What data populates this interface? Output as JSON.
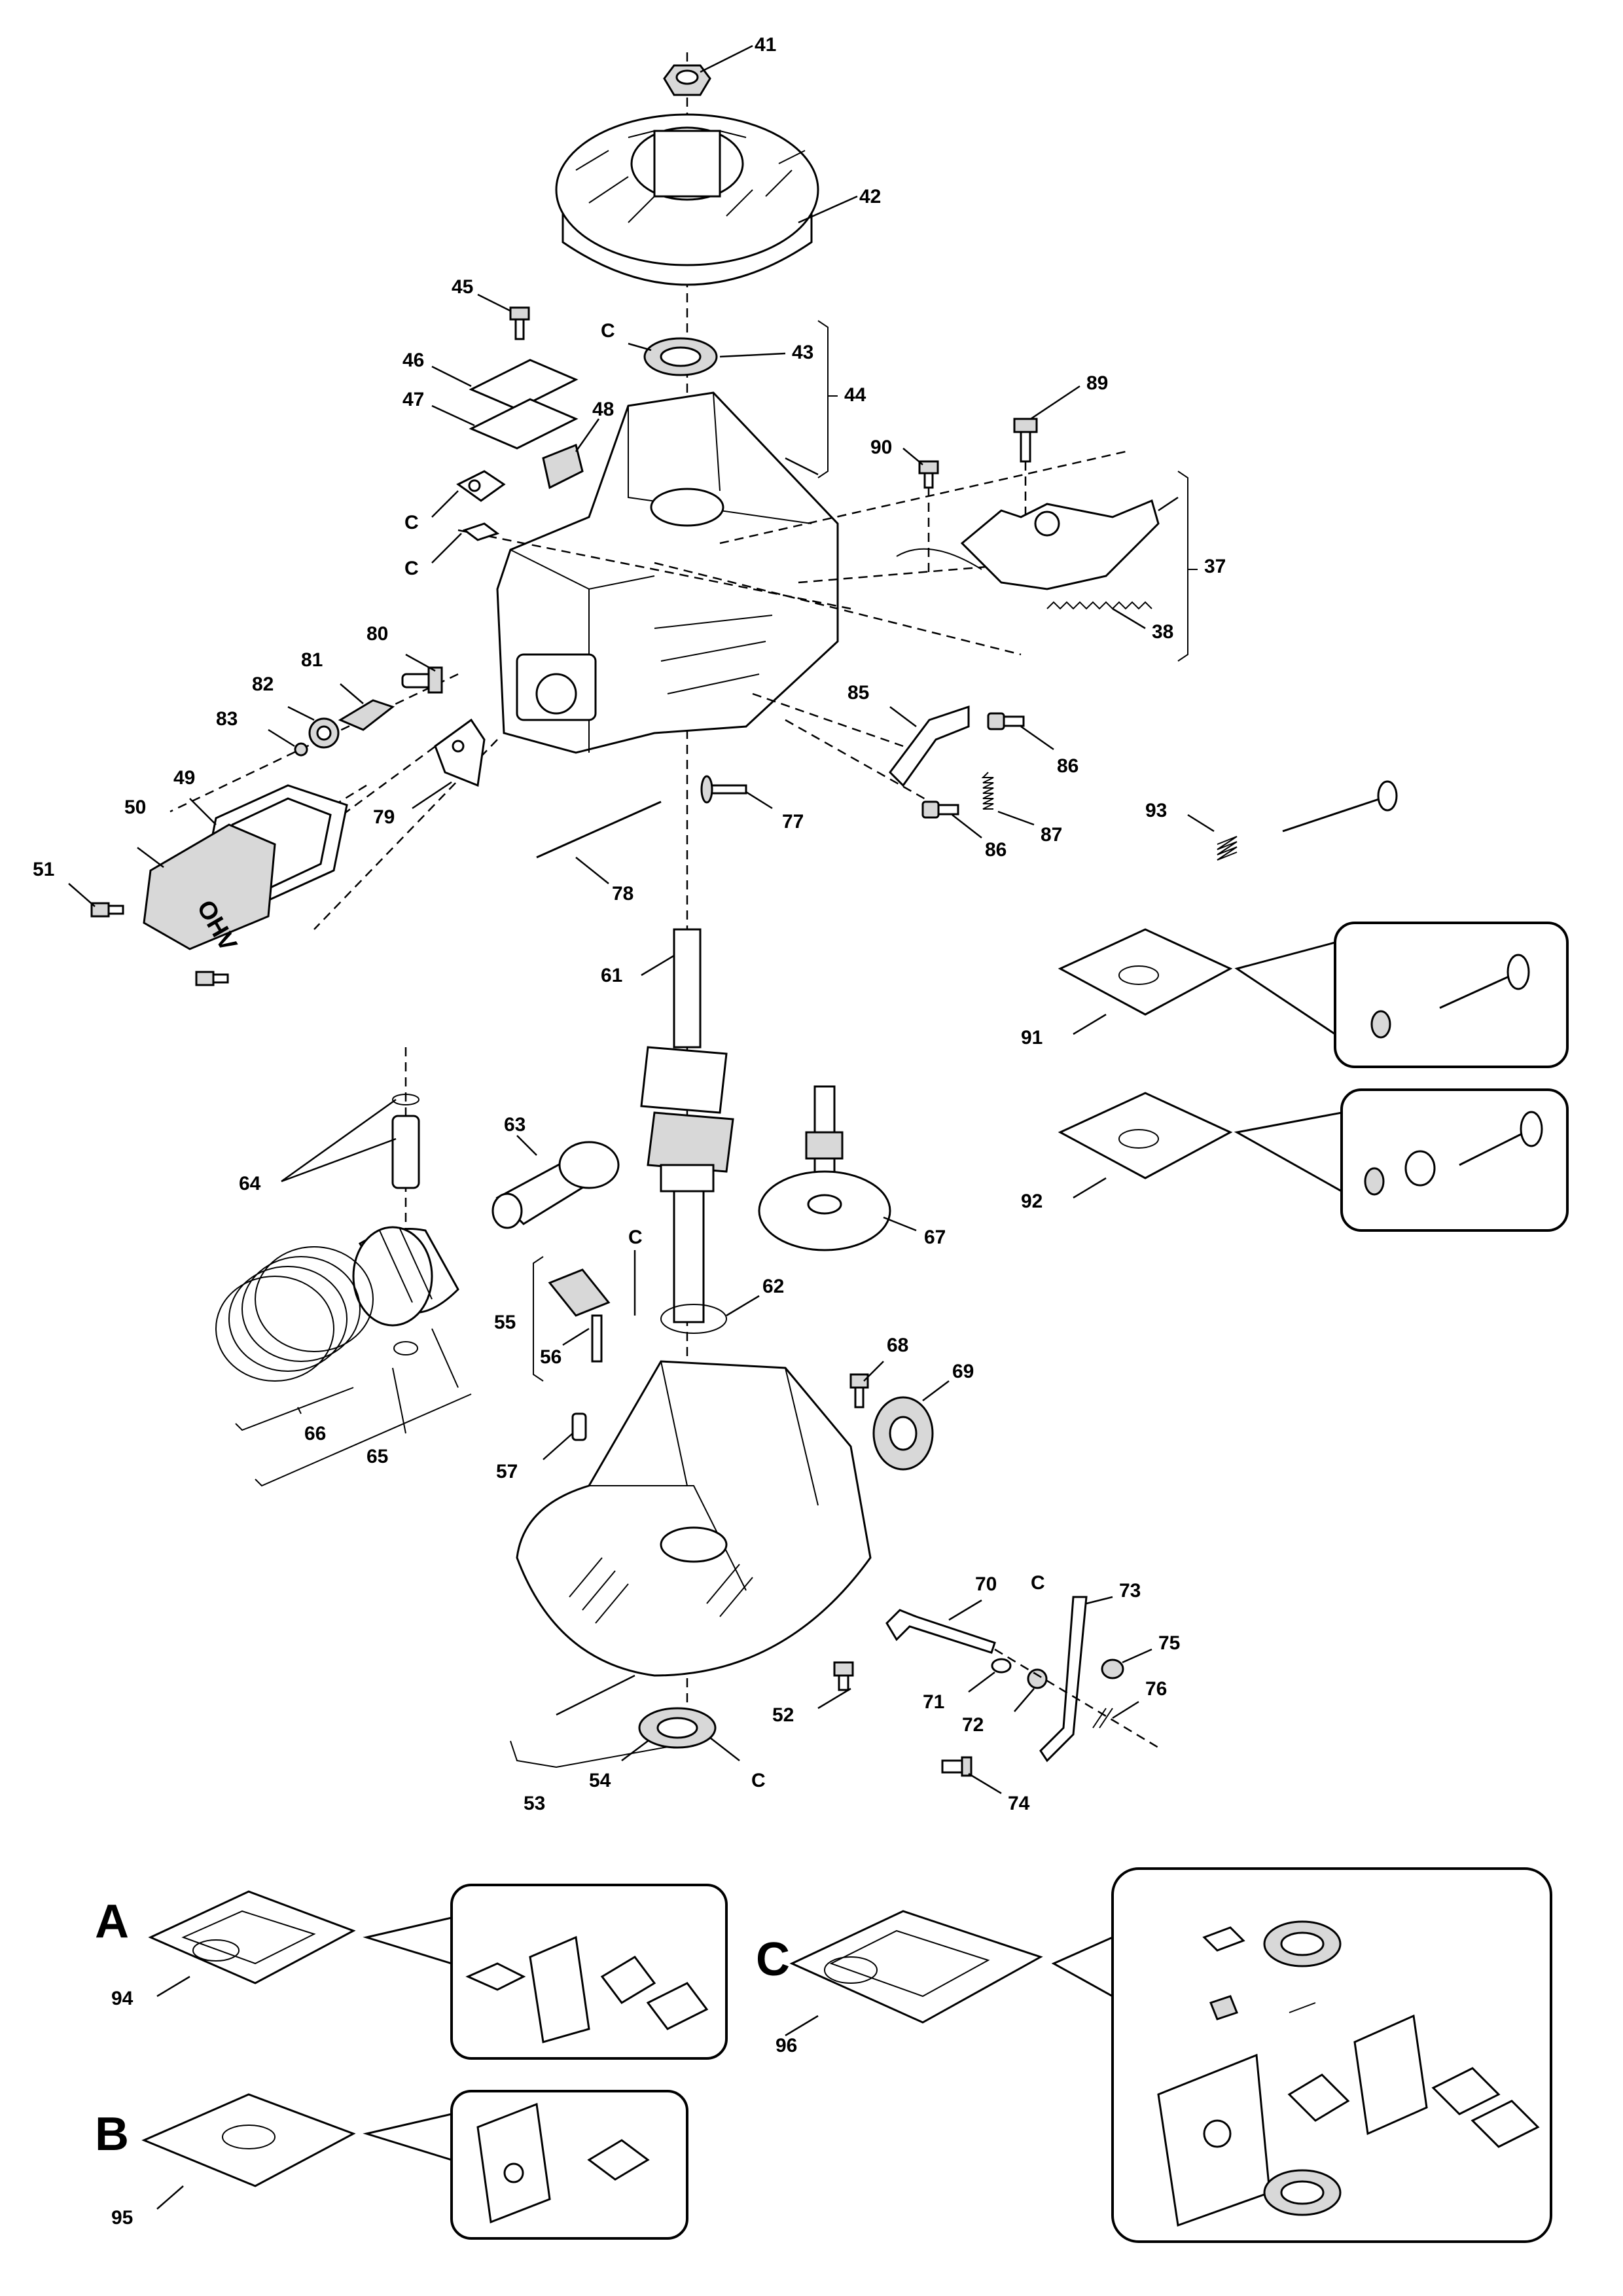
{
  "callouts": [
    {
      "id": "c41",
      "text": "41"
    },
    {
      "id": "c42",
      "text": "42"
    },
    {
      "id": "c43",
      "text": "43"
    },
    {
      "id": "c44",
      "text": "44"
    },
    {
      "id": "c45",
      "text": "45"
    },
    {
      "id": "c46",
      "text": "46"
    },
    {
      "id": "c47",
      "text": "47"
    },
    {
      "id": "c48",
      "text": "48"
    },
    {
      "id": "c89",
      "text": "89"
    },
    {
      "id": "c90",
      "text": "90"
    },
    {
      "id": "c37",
      "text": "37"
    },
    {
      "id": "c38",
      "text": "38"
    },
    {
      "id": "c80",
      "text": "80"
    },
    {
      "id": "c81",
      "text": "81"
    },
    {
      "id": "c82",
      "text": "82"
    },
    {
      "id": "c83",
      "text": "83"
    },
    {
      "id": "c85",
      "text": "85"
    },
    {
      "id": "c86a",
      "text": "86"
    },
    {
      "id": "c86b",
      "text": "86"
    },
    {
      "id": "c87",
      "text": "87"
    },
    {
      "id": "c79",
      "text": "79"
    },
    {
      "id": "c77",
      "text": "77"
    },
    {
      "id": "c93",
      "text": "93"
    },
    {
      "id": "c49",
      "text": "49"
    },
    {
      "id": "c50",
      "text": "50"
    },
    {
      "id": "c51",
      "text": "51"
    },
    {
      "id": "c78",
      "text": "78"
    },
    {
      "id": "c61",
      "text": "61"
    },
    {
      "id": "c91",
      "text": "91"
    },
    {
      "id": "c92",
      "text": "92"
    },
    {
      "id": "c63",
      "text": "63"
    },
    {
      "id": "c64",
      "text": "64"
    },
    {
      "id": "c67",
      "text": "67"
    },
    {
      "id": "c62",
      "text": "62"
    },
    {
      "id": "c55",
      "text": "55"
    },
    {
      "id": "c56",
      "text": "56"
    },
    {
      "id": "c66",
      "text": "66"
    },
    {
      "id": "c65",
      "text": "65"
    },
    {
      "id": "c68",
      "text": "68"
    },
    {
      "id": "c69",
      "text": "69"
    },
    {
      "id": "c57",
      "text": "57"
    },
    {
      "id": "c70",
      "text": "70"
    },
    {
      "id": "c73",
      "text": "73"
    },
    {
      "id": "c75",
      "text": "75"
    },
    {
      "id": "c76",
      "text": "76"
    },
    {
      "id": "c71",
      "text": "71"
    },
    {
      "id": "c72",
      "text": "72"
    },
    {
      "id": "c52",
      "text": "52"
    },
    {
      "id": "c54",
      "text": "54"
    },
    {
      "id": "c53",
      "text": "53"
    },
    {
      "id": "c74",
      "text": "74"
    },
    {
      "id": "c94",
      "text": "94"
    },
    {
      "id": "c95",
      "text": "95"
    },
    {
      "id": "c96",
      "text": "96"
    }
  ],
  "kit_markers": [
    {
      "id": "k1",
      "text": "C"
    },
    {
      "id": "k2",
      "text": "C"
    },
    {
      "id": "k3",
      "text": "C"
    },
    {
      "id": "k4",
      "text": "C"
    },
    {
      "id": "k5",
      "text": "C"
    },
    {
      "id": "k6",
      "text": "C"
    },
    {
      "id": "k7",
      "text": "C"
    }
  ],
  "kit_letters": [
    {
      "id": "A",
      "text": "A"
    },
    {
      "id": "B",
      "text": "B"
    },
    {
      "id": "C",
      "text": "C"
    }
  ],
  "cover_mark": "OHV"
}
